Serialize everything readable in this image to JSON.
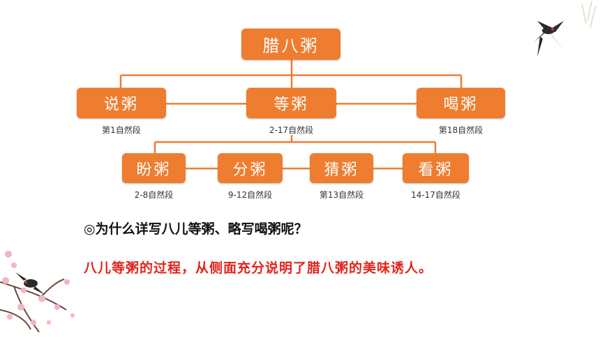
{
  "tree": {
    "root": "腊八粥",
    "level1": [
      {
        "label": "说粥",
        "note": "第1自然段"
      },
      {
        "label": "等粥",
        "note": "2-17自然段"
      },
      {
        "label": "喝粥",
        "note": "第18自然段"
      }
    ],
    "level2": [
      {
        "label": "盼粥",
        "note": "2-8自然段"
      },
      {
        "label": "分粥",
        "note": "9-12自然段"
      },
      {
        "label": "猜粥",
        "note": "第13自然段"
      },
      {
        "label": "看粥",
        "note": "14-17自然段"
      }
    ]
  },
  "question": "◎为什么详写八儿等粥、略写喝粥呢？",
  "answer": "八儿等粥的过程，从侧面充分说明了腊八粥的美味诱人。",
  "colors": {
    "box": "#ee7d30",
    "line": "#ee7d30",
    "answer": "#e2231a"
  },
  "decorations": [
    "swallow-branch-top-right",
    "plum-blossom-swallow-bottom-left"
  ]
}
